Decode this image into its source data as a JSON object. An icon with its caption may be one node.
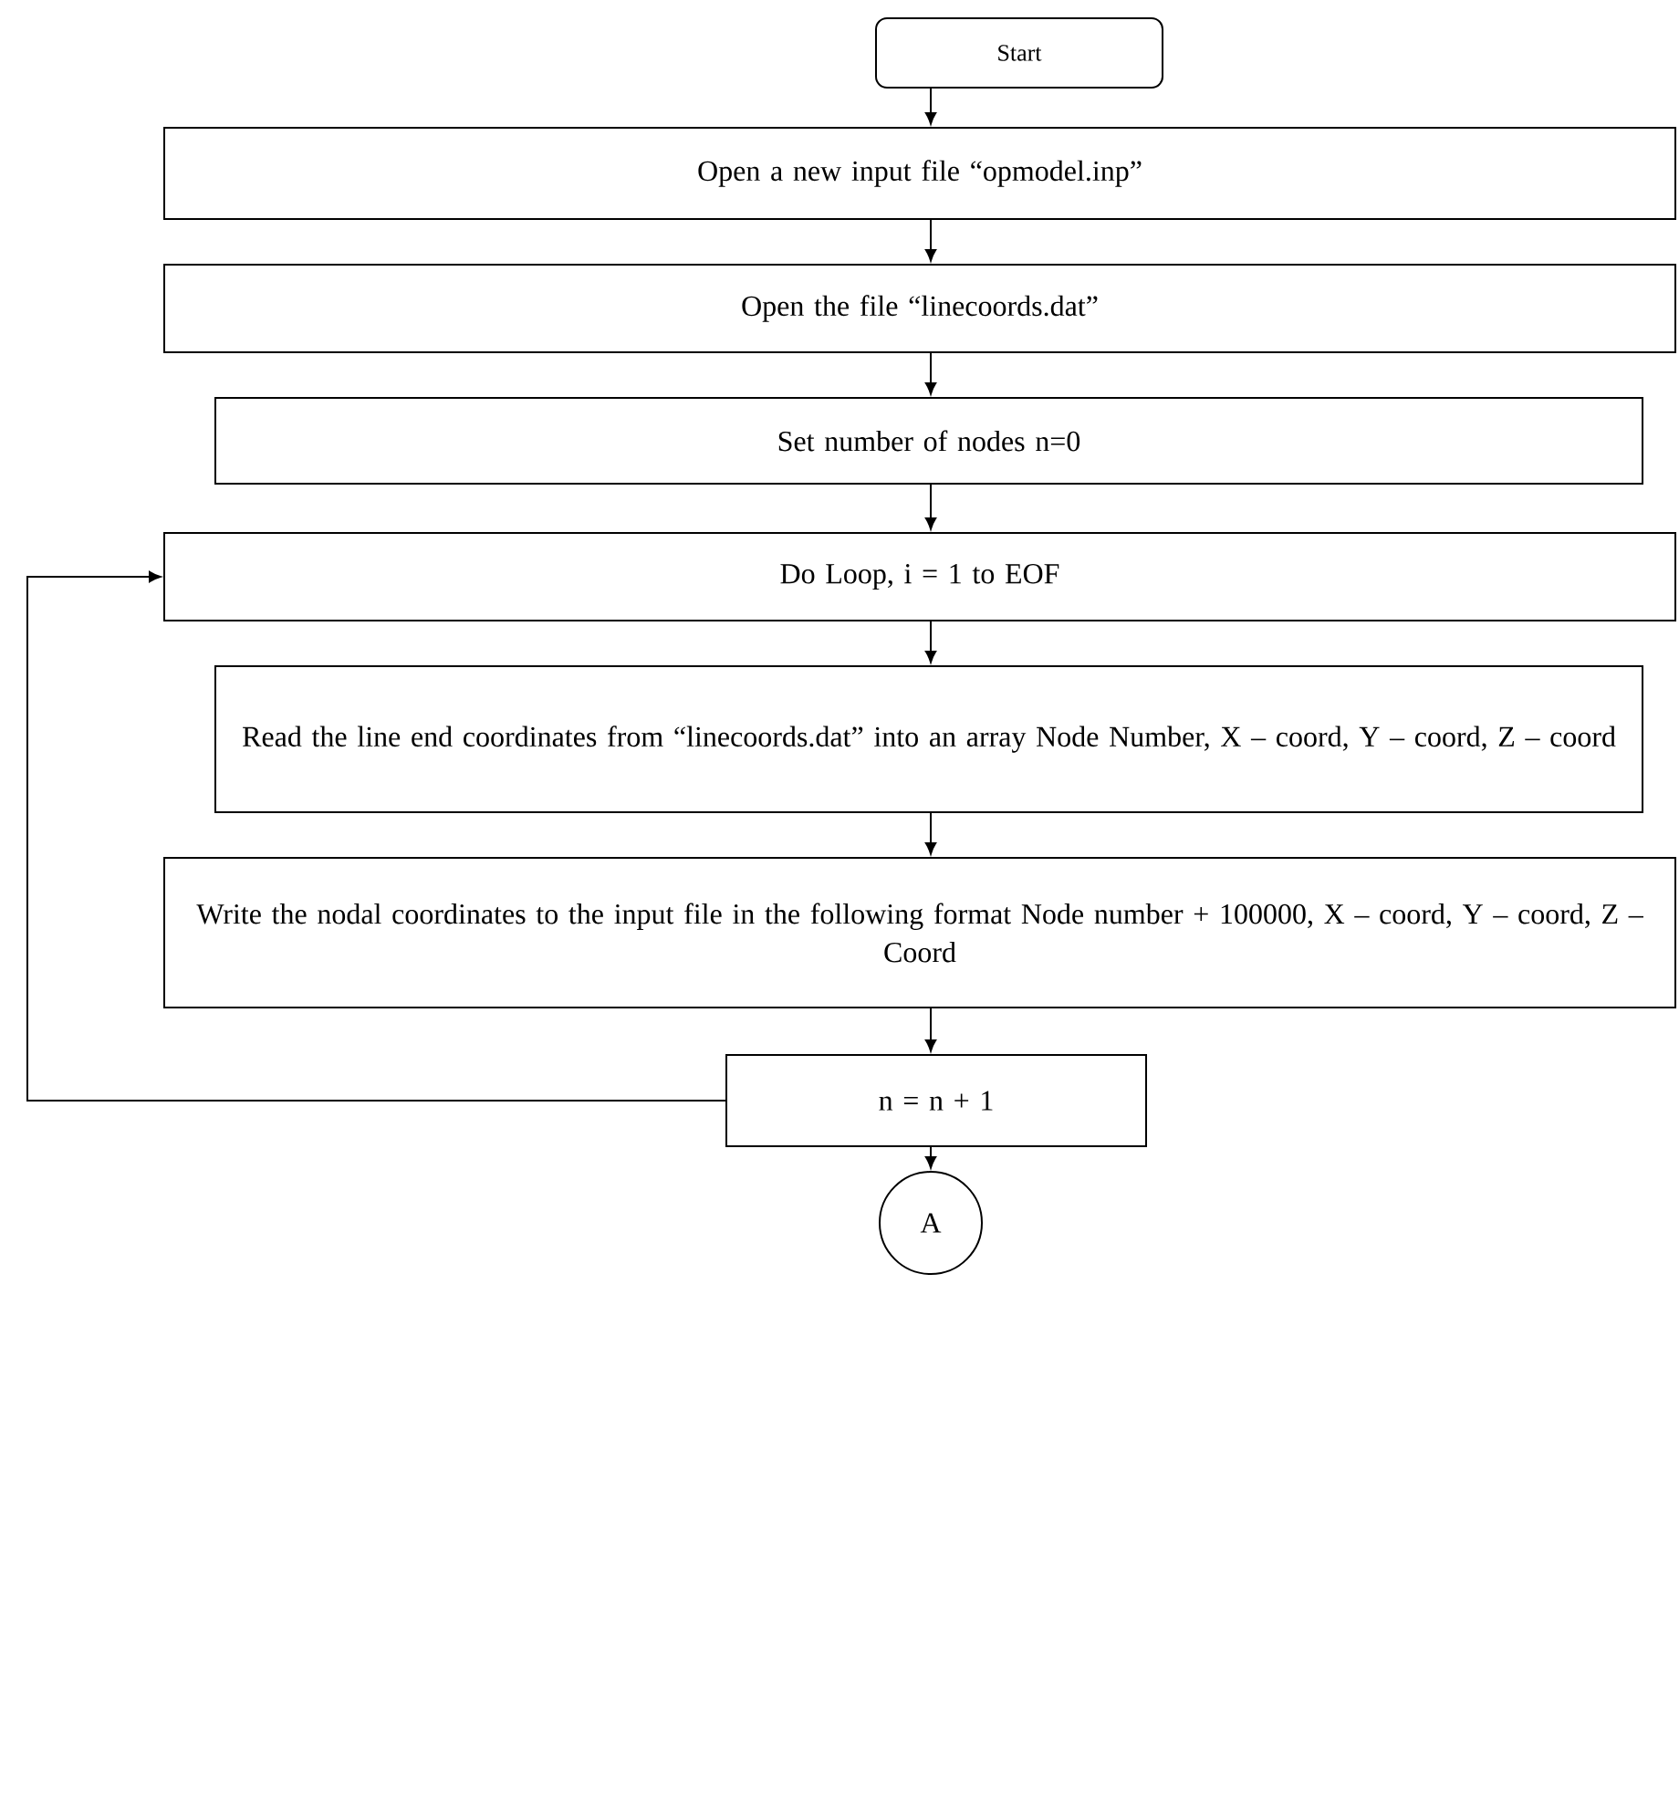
{
  "diagram": {
    "nodes": [
      {
        "text": [
          "Start"
        ]
      },
      {
        "text": [
          "Open a new input file “opmodel.inp”"
        ]
      },
      {
        "text": [
          "Open the file “linecoords.dat”"
        ]
      },
      {
        "text": [
          "Set number of nodes n=0"
        ]
      },
      {
        "text": [
          "Do Loop, i = 1 to EOF"
        ]
      },
      {
        "text": [
          "Read the line end coordinates from “linecoords.dat” into an array Node Number, X – coord, Y – coord, Z – coord"
        ]
      },
      {
        "text": [
          "Write the nodal coordinates to the input file in the following format Node number + 100000, X – coord, Y – coord, Z – Coord"
        ]
      },
      {
        "text": [
          "n = n + 1"
        ]
      },
      {
        "text": [
          "A"
        ]
      }
    ],
    "edges": [
      {
        "from": 0,
        "to": 1,
        "arrow": "to"
      },
      {
        "from": 1,
        "to": 2,
        "arrow": "to"
      },
      {
        "from": 2,
        "to": 3,
        "arrow": "to"
      },
      {
        "from": 3,
        "to": 4,
        "arrow": "to"
      },
      {
        "from": 4,
        "to": 5,
        "arrow": "to"
      },
      {
        "from": 5,
        "to": 6,
        "arrow": "to"
      },
      {
        "from": 6,
        "to": 7,
        "arrow": "to"
      },
      {
        "from": 7,
        "to": 8,
        "arrow": "to"
      },
      {
        "from": 7,
        "to": 4,
        "arrow": "to"
      }
    ]
  }
}
